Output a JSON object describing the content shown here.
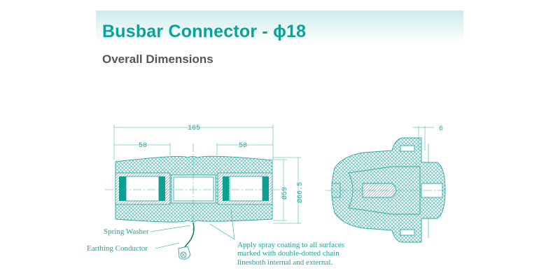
{
  "header": {
    "title": "Busbar Connector - ϕ18",
    "subtitle": "Overall Dimensions"
  },
  "drawing": {
    "dimensions": {
      "overall_length": "165",
      "left_section": "58",
      "right_section": "58",
      "inner_diameter": "Ø59",
      "outer_diameter": "Ø66.5",
      "flange_thickness": "6"
    },
    "labels": {
      "spring_washer": "Spring Washer",
      "earthing_conductor": "Earthing Conductor",
      "note_line1": "Apply spray coating to all surfaces",
      "note_line2": "marked with double-dotted chain",
      "note_line3": "linesboth internal and external."
    }
  },
  "colors": {
    "title": "#0aa39b",
    "line": "#2aa9a1",
    "insert": "#0e9e92"
  }
}
